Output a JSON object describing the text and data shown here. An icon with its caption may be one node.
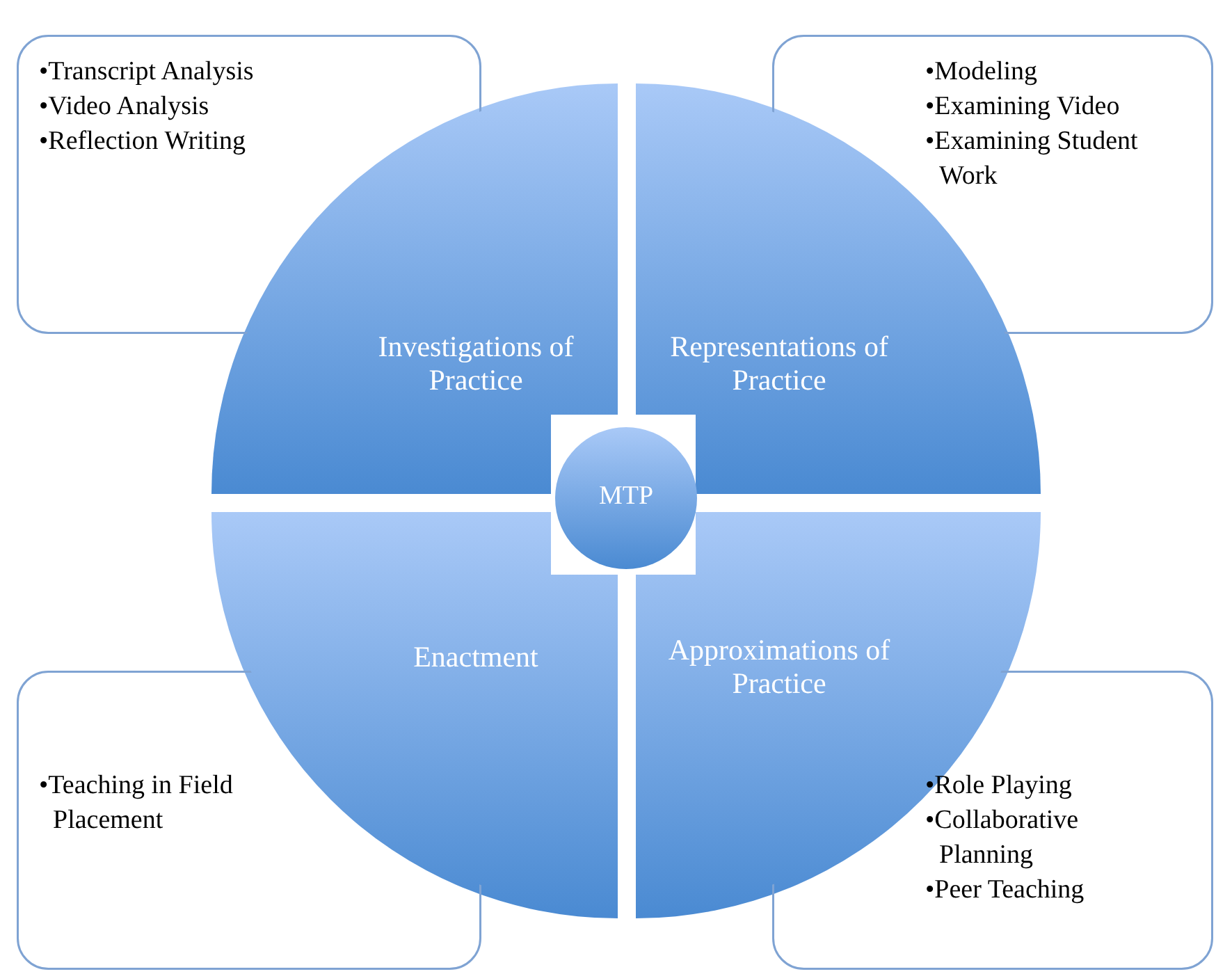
{
  "diagram": {
    "nodes": [
      {
        "text": [
          "•Transcript Analysis",
          "•Video Analysis",
          "•Reflection Writing"
        ]
      },
      {
        "text": [
          "•Modeling",
          "•Examining Video",
          "•Examining Student Work"
        ]
      },
      {
        "text": [
          "•Teaching in Field Placement"
        ]
      },
      {
        "text": [
          "•Role Playing",
          "•Collaborative Planning",
          "•Peer Teaching"
        ]
      },
      {
        "text": [
          "Investigations of Practice"
        ]
      },
      {
        "text": [
          "Representations of Practice"
        ]
      },
      {
        "text": [
          "Enactment"
        ]
      },
      {
        "text": [
          "Approximations of Practice"
        ]
      },
      {
        "text": [
          "MTP"
        ]
      }
    ]
  }
}
